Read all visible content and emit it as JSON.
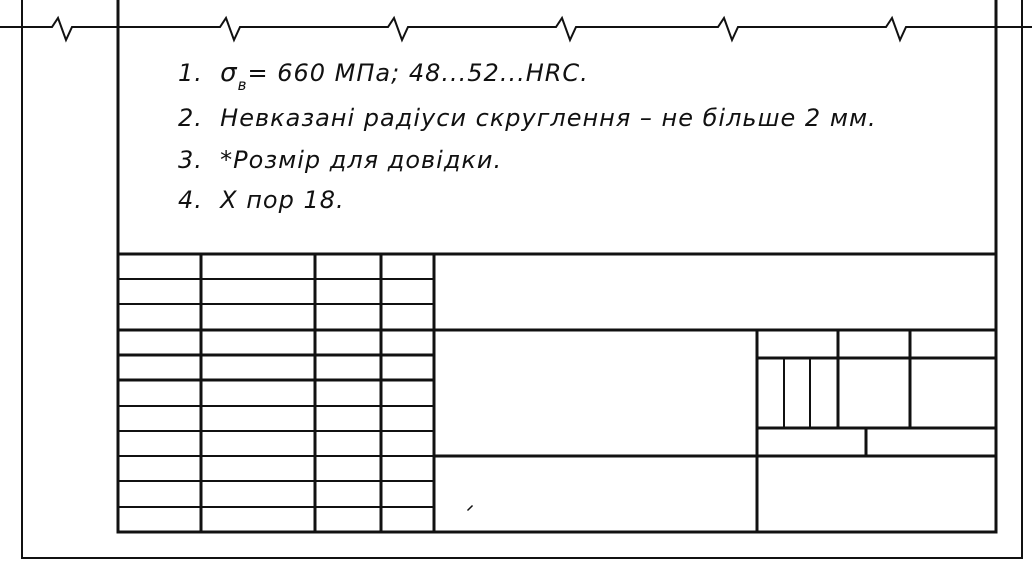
{
  "notes": {
    "n1": {
      "num": "1.",
      "symbol": "σ",
      "subscript": "в",
      "text": "= 660 МПа; 48...52...HRC."
    },
    "n2": {
      "num": "2.",
      "text": "Невказані радіуси скруглення – не більше 2 мм."
    },
    "n3": {
      "num": "3.",
      "text": "*Розмір для довідки."
    },
    "n4": {
      "num": "4.",
      "text": "X пор 18."
    }
  },
  "colors": {
    "ink": "#111111",
    "paper": "#ffffff"
  }
}
